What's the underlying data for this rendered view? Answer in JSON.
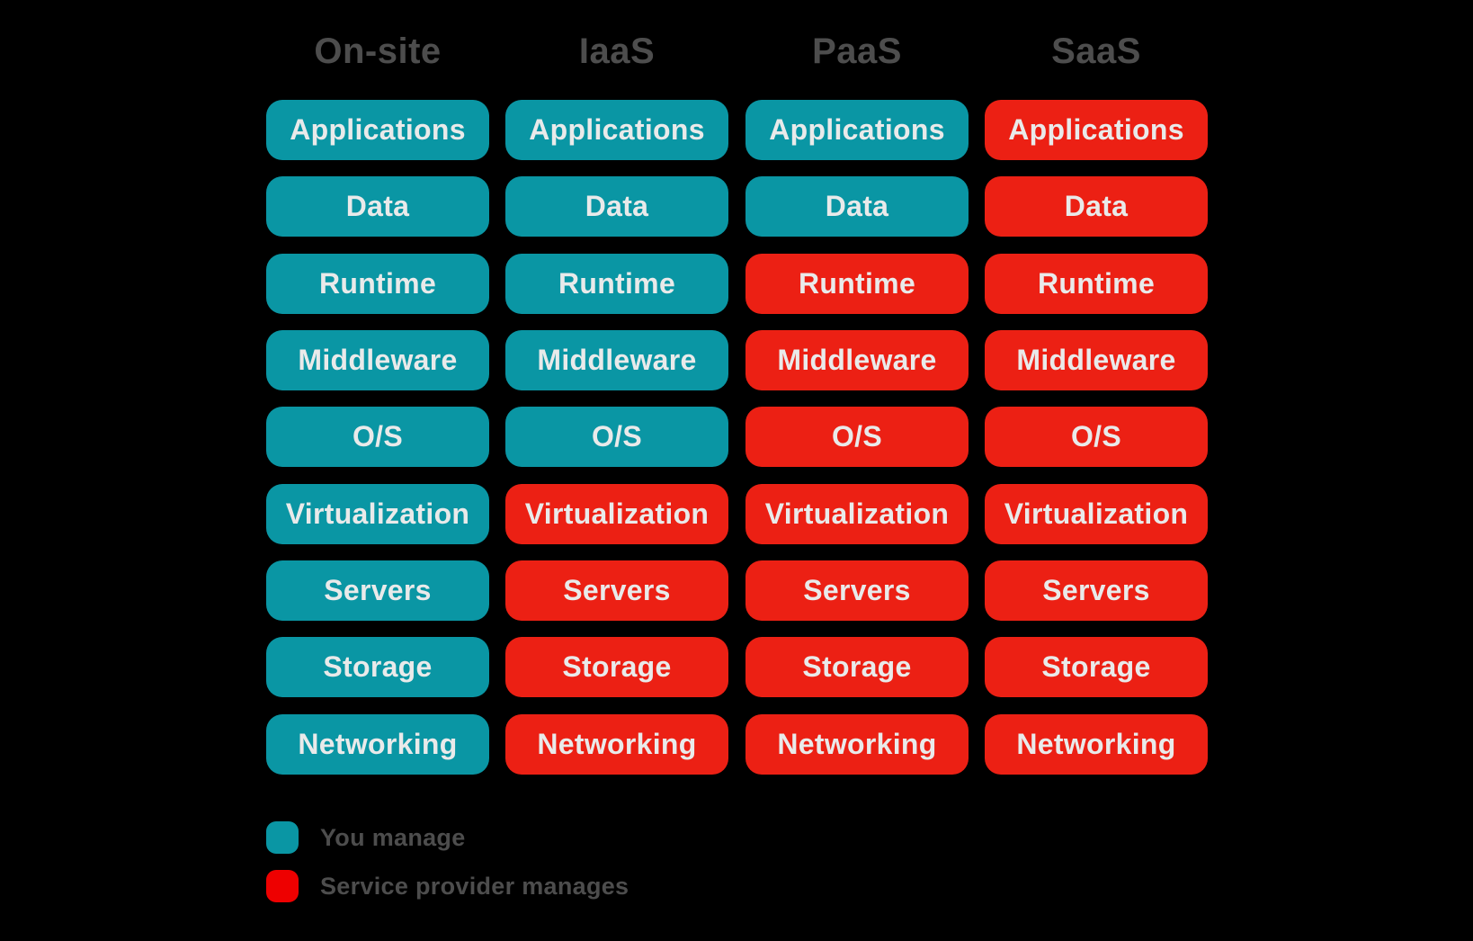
{
  "layers": [
    "Applications",
    "Data",
    "Runtime",
    "Middleware",
    "O/S",
    "Virtualization",
    "Servers",
    "Storage",
    "Networking"
  ],
  "columns": [
    {
      "id": "on-site",
      "header": "On-site",
      "cells": [
        "you",
        "you",
        "you",
        "you",
        "you",
        "you",
        "you",
        "you",
        "you"
      ]
    },
    {
      "id": "iaas",
      "header": "IaaS",
      "cells": [
        "you",
        "you",
        "you",
        "you",
        "you",
        "provider",
        "provider",
        "provider",
        "provider"
      ]
    },
    {
      "id": "paas",
      "header": "PaaS",
      "cells": [
        "you",
        "you",
        "provider",
        "provider",
        "provider",
        "provider",
        "provider",
        "provider",
        "provider"
      ]
    },
    {
      "id": "saas",
      "header": "SaaS",
      "cells": [
        "provider",
        "provider",
        "provider",
        "provider",
        "provider",
        "provider",
        "provider",
        "provider",
        "provider"
      ]
    }
  ],
  "legend": {
    "items": [
      {
        "key": "you",
        "label": "You manage",
        "swatch_color": "#0a96a4"
      },
      {
        "key": "provider",
        "label": "Service provider manages",
        "swatch_color": "#ee0000"
      }
    ]
  },
  "colors": {
    "background": "#000000",
    "you_manage_fill": "#0a96a4",
    "provider_manages_fill": "#ec2014",
    "legend_provider_swatch": "#ee0000",
    "header_text": "#4d4d4d",
    "cell_text": "#e9eaea"
  }
}
